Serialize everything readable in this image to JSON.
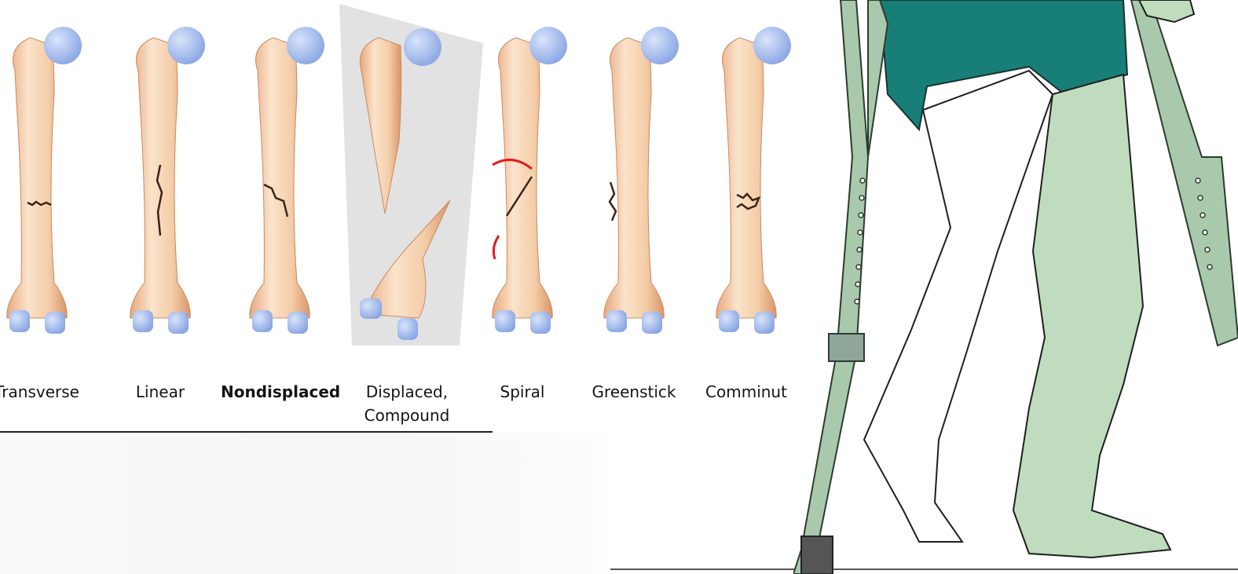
{
  "fracture_types": [
    {
      "id": "transverse",
      "label": "Transverse",
      "bold": false
    },
    {
      "id": "linear",
      "label": "Linear",
      "bold": false
    },
    {
      "id": "nondisplaced",
      "label": "Nondisplaced",
      "bold": true
    },
    {
      "id": "displaced",
      "label": "Displaced,\nCompound",
      "bold": false
    },
    {
      "id": "spiral",
      "label": "Spiral",
      "bold": false
    },
    {
      "id": "greenstick",
      "label": "Greenstick",
      "bold": false
    },
    {
      "id": "comminuted",
      "label": "Comminut",
      "bold": false
    }
  ],
  "colors": {
    "bone": "#f2c9a2",
    "bone_shade": "#d99a6c",
    "cartilage": "#9fb8ee",
    "crack": "#3a2418",
    "arrow": "#e21b1b",
    "shorts": "#177e78",
    "cast_leg": "#bfdcbf",
    "crutch": "#a9c9ad",
    "grey_panel": "#e4e4e4"
  },
  "illustration": {
    "subject": "person-on-crutches-with-leg-cast"
  }
}
